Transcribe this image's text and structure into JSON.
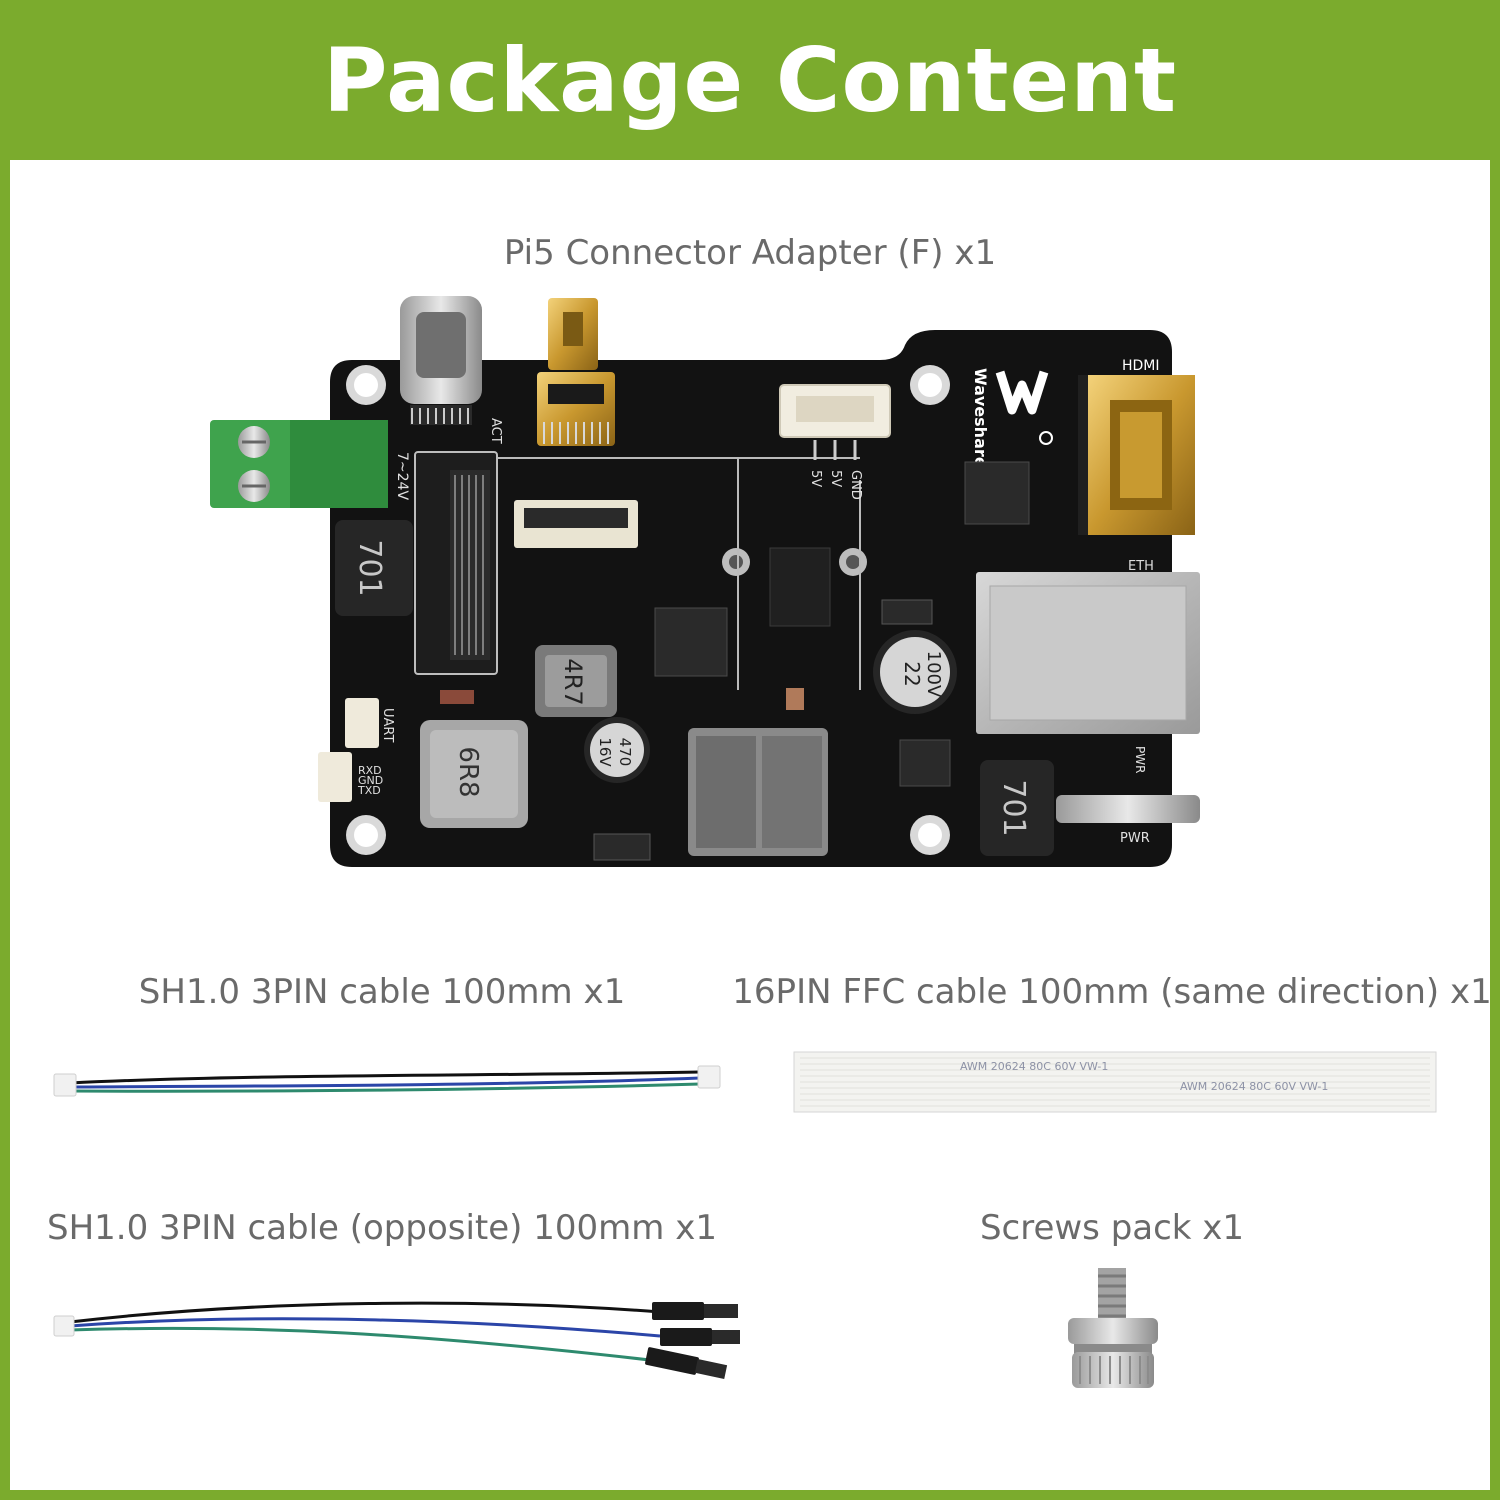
{
  "header": {
    "title": "Package Content"
  },
  "items": [
    {
      "caption": "Pi5 Connector Adapter (F) x1"
    },
    {
      "caption": "SH1.0 3PIN cable 100mm x1"
    },
    {
      "caption": "16PIN FFC cable 100mm (same direction) x1"
    },
    {
      "caption": "SH1.0 3PIN cable (opposite) 100mm x1"
    },
    {
      "caption": "Screws pack x1"
    }
  ],
  "board": {
    "brand": "Waveshare",
    "labels": {
      "hdmi": "HDMI",
      "eth": "ETH",
      "pwr": "PWR",
      "pwr_led": "PWR",
      "uart": "UART",
      "act": "ACT",
      "vin": "7~24V",
      "rxd": "RXD",
      "gnd": "GND",
      "txd": "TXD",
      "pin_5v_a": "5V",
      "pin_5v_b": "5V",
      "pin_gnd": "GND",
      "ind_701_a": "701",
      "ind_701_b": "701",
      "ind_4r7": "4R7",
      "ind_6r8": "6R8",
      "cap_16v": "16V",
      "cap_470": "470",
      "cap_22": "22",
      "cap_100v": "100V"
    }
  },
  "ffc": {
    "print": "AWM  20624  80C  60V  VW-1"
  },
  "colors": {
    "brand_green": "#7bab2d",
    "caption_gray": "#6a6a6a",
    "pcb_black": "#121212"
  }
}
